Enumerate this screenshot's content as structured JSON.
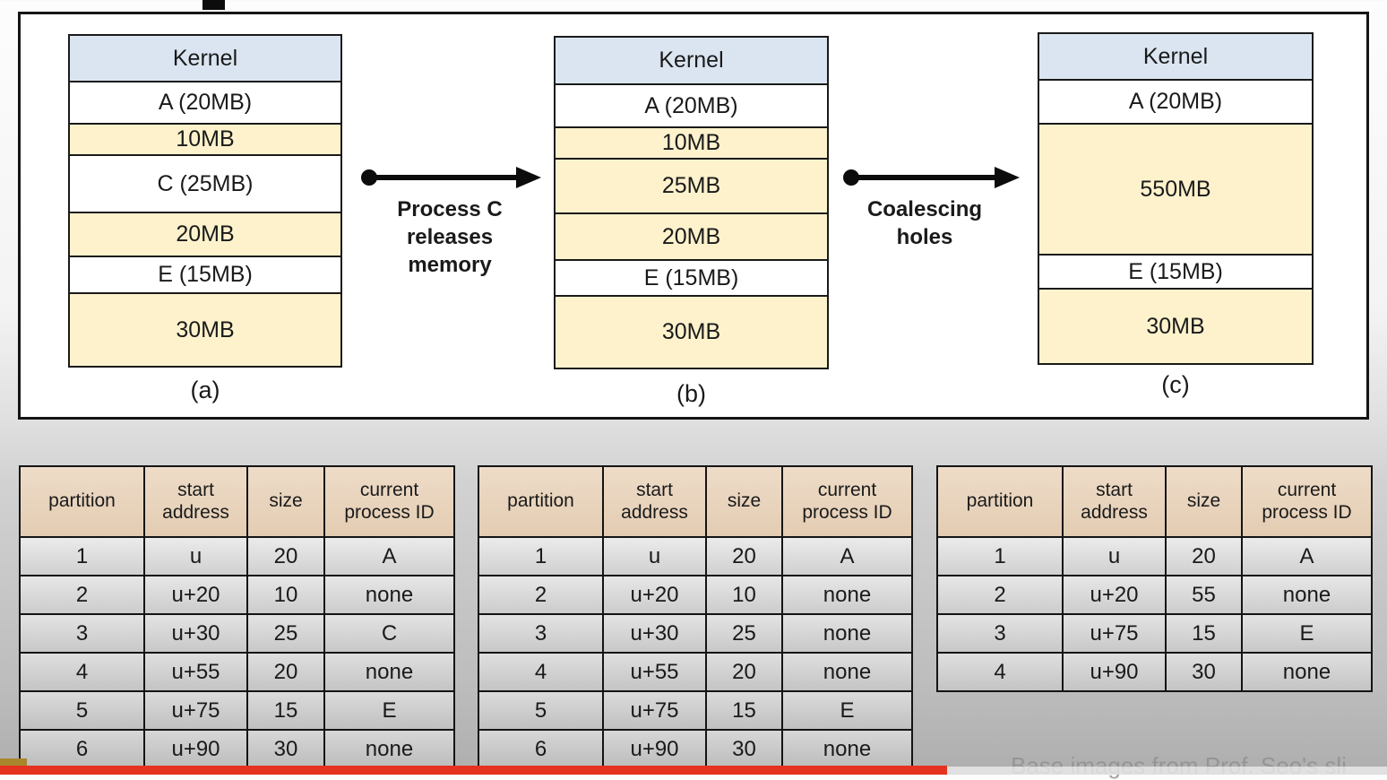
{
  "attribution": "Base images from Prof. Seo's sli",
  "colors": {
    "kernel": "#dbe5f1",
    "hole": "#fdf2cc",
    "process": "#ffffff",
    "table_header": "#e9d6c1",
    "red_bar": "#e4321f",
    "gold_mark": "#a8862d"
  },
  "memory_diagram": {
    "columns": [
      {
        "label": "(a)",
        "blocks": [
          {
            "text": "Kernel",
            "type": "kernel",
            "h": 50
          },
          {
            "text": "A (20MB)",
            "type": "process",
            "h": 47
          },
          {
            "text": "10MB",
            "type": "hole",
            "h": 35
          },
          {
            "text": "C (25MB)",
            "type": "process",
            "h": 64
          },
          {
            "text": "20MB",
            "type": "hole",
            "h": 49
          },
          {
            "text": "E (15MB)",
            "type": "process",
            "h": 41
          },
          {
            "text": "30MB",
            "type": "hole",
            "h": 82
          }
        ]
      },
      {
        "label": "(b)",
        "blocks": [
          {
            "text": "Kernel",
            "type": "kernel",
            "h": 51
          },
          {
            "text": "A (20MB)",
            "type": "process",
            "h": 48
          },
          {
            "text": "10MB",
            "type": "hole",
            "h": 35
          },
          {
            "text": "25MB",
            "type": "hole",
            "h": 61
          },
          {
            "text": "20MB",
            "type": "hole",
            "h": 52
          },
          {
            "text": "E (15MB)",
            "type": "process",
            "h": 40
          },
          {
            "text": "30MB",
            "type": "hole",
            "h": 81
          }
        ]
      },
      {
        "label": "(c)",
        "blocks": [
          {
            "text": "Kernel",
            "type": "kernel",
            "h": 50
          },
          {
            "text": "A (20MB)",
            "type": "process",
            "h": 49
          },
          {
            "text": "550MB",
            "type": "hole",
            "h": 146
          },
          {
            "text": "E (15MB)",
            "type": "process",
            "h": 38
          },
          {
            "text": "30MB",
            "type": "hole",
            "h": 84
          }
        ]
      }
    ],
    "arrows": [
      {
        "lines": [
          "Process C",
          "releases",
          "memory"
        ]
      },
      {
        "lines": [
          "Coalescing",
          "holes"
        ]
      }
    ]
  },
  "partition_tables": [
    {
      "headers": [
        "partition",
        "start address",
        "size",
        "current process ID"
      ],
      "rows": [
        [
          "1",
          "u",
          "20",
          "A"
        ],
        [
          "2",
          "u+20",
          "10",
          "none"
        ],
        [
          "3",
          "u+30",
          "25",
          "C"
        ],
        [
          "4",
          "u+55",
          "20",
          "none"
        ],
        [
          "5",
          "u+75",
          "15",
          "E"
        ],
        [
          "6",
          "u+90",
          "30",
          "none"
        ]
      ]
    },
    {
      "headers": [
        "partition",
        "start address",
        "size",
        "current process ID"
      ],
      "rows": [
        [
          "1",
          "u",
          "20",
          "A"
        ],
        [
          "2",
          "u+20",
          "10",
          "none"
        ],
        [
          "3",
          "u+30",
          "25",
          "none"
        ],
        [
          "4",
          "u+55",
          "20",
          "none"
        ],
        [
          "5",
          "u+75",
          "15",
          "E"
        ],
        [
          "6",
          "u+90",
          "30",
          "none"
        ]
      ]
    },
    {
      "headers": [
        "partition",
        "start address",
        "size",
        "current process ID"
      ],
      "rows": [
        [
          "1",
          "u",
          "20",
          "A"
        ],
        [
          "2",
          "u+20",
          "55",
          "none"
        ],
        [
          "3",
          "u+75",
          "15",
          "E"
        ],
        [
          "4",
          "u+90",
          "30",
          "none"
        ]
      ]
    }
  ]
}
